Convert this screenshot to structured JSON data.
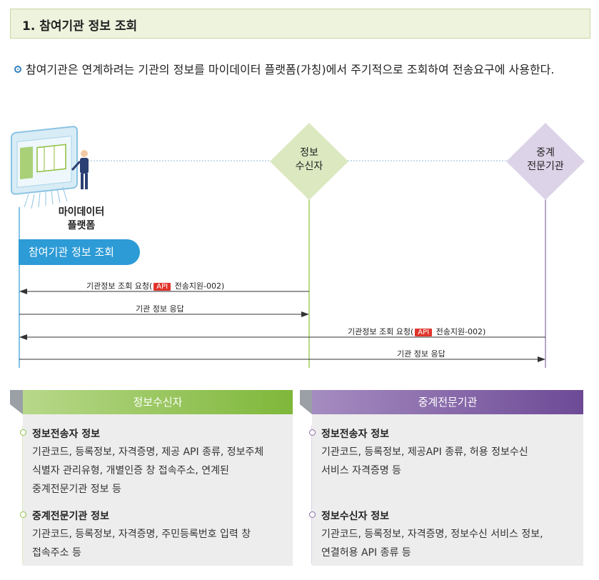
{
  "section": {
    "title": "1. 참여기관 정보 조회"
  },
  "intro": {
    "text": "참여기관은 연계하려는 기관의 정보를 마이데이터 플랫폼(가칭)에서 주기적으로 조회하여 전송요구에 사용한다."
  },
  "diagram": {
    "actors": {
      "platform": {
        "line1": "마이데이터",
        "line2": "플랫폼"
      },
      "receiver": {
        "line1": "정보",
        "line2": "수신자"
      },
      "broker": {
        "line1": "중계",
        "line2": "전문기관"
      }
    },
    "phase_label": "참여기관 정보 조회",
    "messages": [
      {
        "pre": "기관정보 조회 요청(",
        "api": "API",
        "post": " 전송지원-002)"
      },
      {
        "text": "기관 정보 응답"
      },
      {
        "pre": "기관정보 조회 요청(",
        "api": "API",
        "post": " 전송지원-002)"
      },
      {
        "text": "기관 정보 응답"
      }
    ],
    "colors": {
      "receiver": "#8cbf3f",
      "broker": "#8a6aa8",
      "phase": "#2d9bd6",
      "api": "#e0342b"
    }
  },
  "panels": {
    "receiver": {
      "title": "정보수신자",
      "items": [
        {
          "title": "정보전송자 정보",
          "lines": [
            "기관코드, 등록정보, 자격증명, 제공 API 종류, 정보주체",
            "식별자 관리유형, 개별인증 창 접속주소, 연계된",
            "중계전문기관 정보 등"
          ]
        },
        {
          "title": "중계전문기관 정보",
          "lines": [
            "기관코드, 등록정보, 자격증명, 주민등록번호 입력 창",
            "접속주소 등"
          ]
        }
      ]
    },
    "broker": {
      "title": "중계전문기관",
      "items": [
        {
          "title": "정보전송자 정보",
          "lines": [
            "기관코드, 등록정보, 제공API 종류, 허용 정보수신",
            "서비스 자격증명 등"
          ]
        },
        {
          "title": "정보수신자 정보",
          "lines": [
            "기관코드, 등록정보, 자격증명, 정보수신 서비스 정보,",
            "연결허용 API 종류 등"
          ]
        }
      ]
    }
  }
}
